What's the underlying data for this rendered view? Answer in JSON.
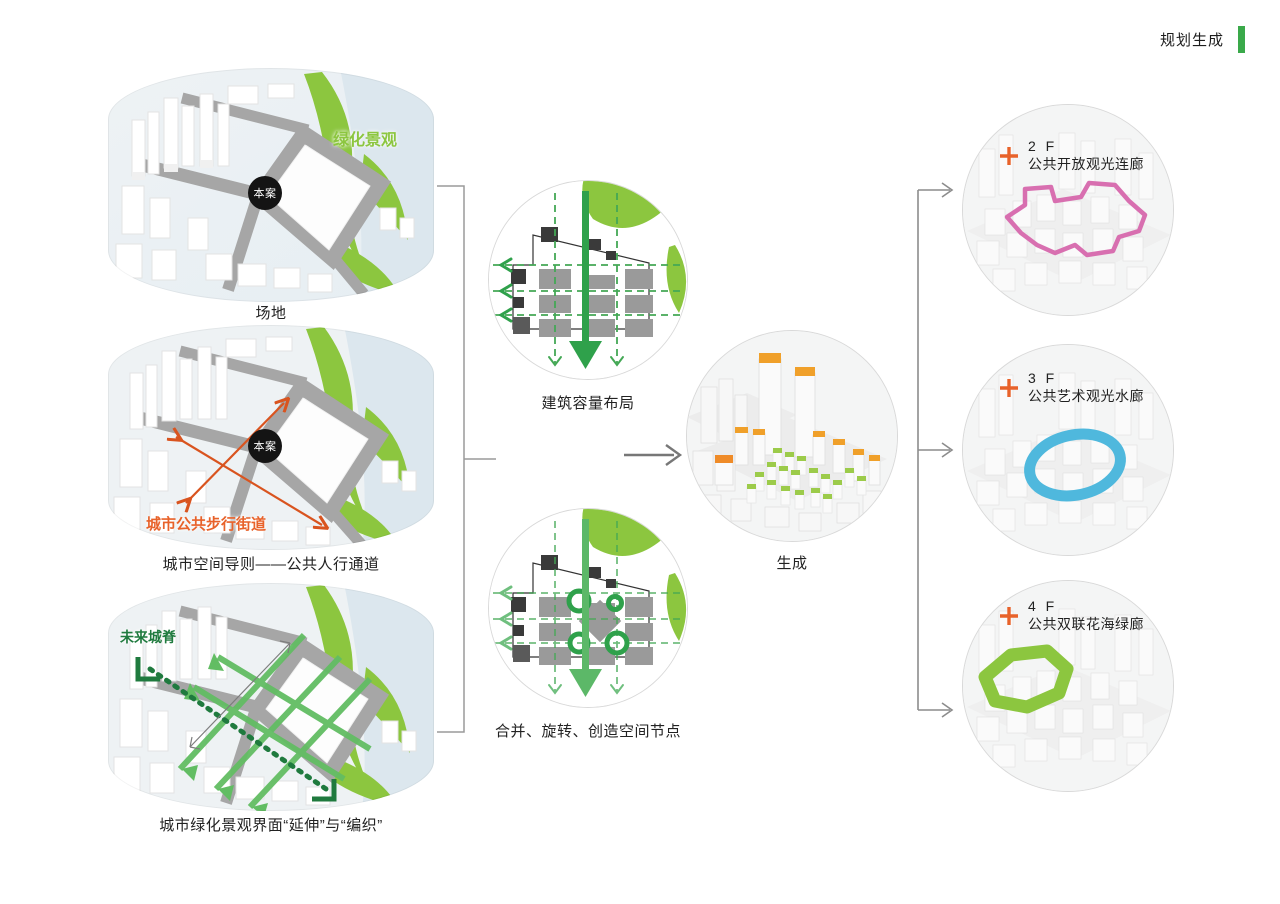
{
  "header": {
    "title": "规划生成",
    "accent_color": "#3aa94a"
  },
  "colors": {
    "green_leaf": "#8cc63f",
    "green_arrow": "#34a853",
    "green_dash": "#44a855",
    "dark_green": "#1f7a3e",
    "orange": "#e8622a",
    "orange_roof": "#f0a02a",
    "pink_path": "#d86fb0",
    "cyan_path": "#4fb8dd",
    "grey_road": "#a6a6a6",
    "grey_block": "#9a9a9a",
    "dark_block": "#3a3a3a",
    "water": "#dce7ee",
    "connector": "#8c8c8c"
  },
  "site_panels": [
    {
      "caption": "场地",
      "badge": "本案",
      "overlay_label": "绿化景观",
      "overlay_label_kind": "green"
    },
    {
      "caption": "城市空间导则——公共人行通道",
      "badge": "本案",
      "overlay_label": "城市公共步行街道",
      "overlay_label_kind": "orange"
    },
    {
      "caption": "城市绿化景观界面“延伸”与“编织”",
      "badge": "",
      "overlay_label": "未来城脊",
      "overlay_label_kind": "dark-green"
    }
  ],
  "strategy_diagrams": [
    {
      "caption": "建筑容量布局"
    },
    {
      "caption": "合并、旋转、创造空间节点"
    }
  ],
  "generation": {
    "caption": "生成"
  },
  "floor_panels": [
    {
      "floor": "2 F",
      "name": "公共开放观光连廊",
      "path_color": "#d86fb0"
    },
    {
      "floor": "3 F",
      "name": "公共艺术观光水廊",
      "path_color": "#4fb8dd"
    },
    {
      "floor": "4 F",
      "name": "公共双联花海绿廊",
      "path_color": "#8cc63f"
    }
  ],
  "icons": {
    "plus": "plus-icon",
    "flow_arrow": "arrow-right-icon",
    "bracket_left": "bracket-icon",
    "bracket_right": "bracket-icon"
  }
}
